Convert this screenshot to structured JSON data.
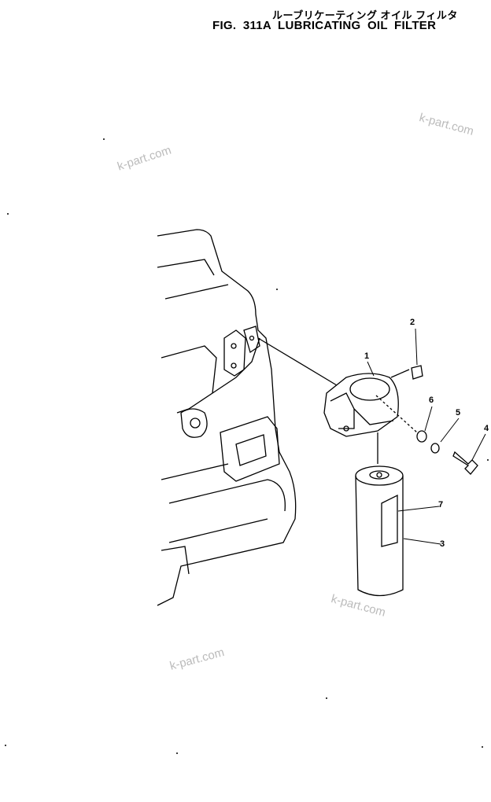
{
  "header": {
    "title_japanese": "ルーブリケーティング オイル フィルタ",
    "title": "FIG. 311A LUBRICATING OIL FILTER"
  },
  "watermarks": [
    "k-part.com",
    "k-part.com",
    "k-part.com",
    "k-part.com"
  ],
  "callouts": [
    "1",
    "2",
    "3",
    "4",
    "5",
    "6",
    "7"
  ]
}
